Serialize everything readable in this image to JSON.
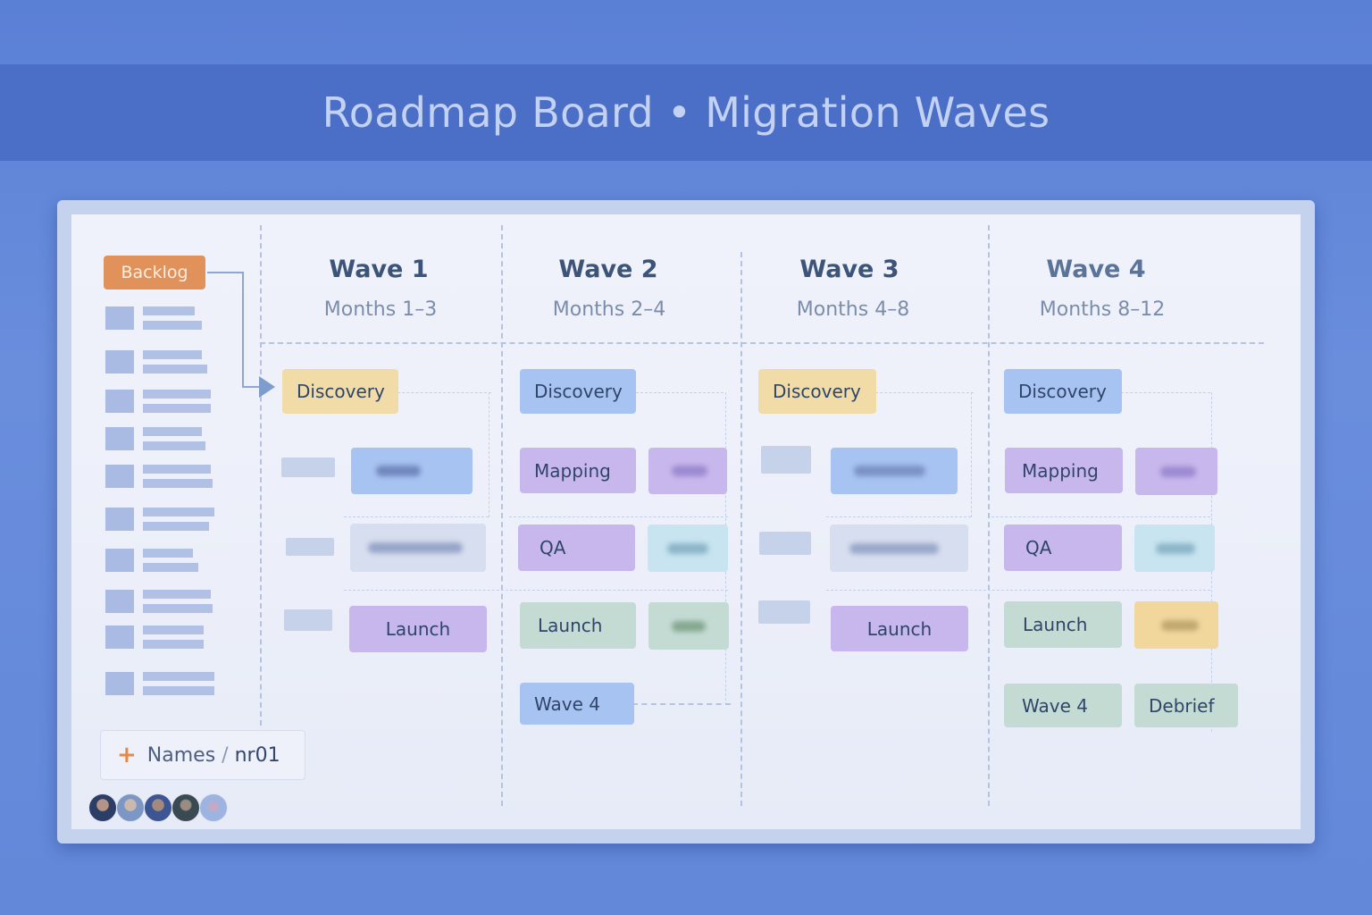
{
  "title": "Roadmap Board • Migration Waves",
  "backlog": {
    "label": "Backlog",
    "item_count": 10
  },
  "waves": [
    {
      "title": "Wave 1",
      "months": "Months 1–3",
      "cards": [
        {
          "label": "Discovery",
          "color": "#f1dca8"
        },
        {
          "label": "",
          "color": "#a7c3f1",
          "blurred": true
        },
        {
          "label": "",
          "color": "#d7deef",
          "blurred": true
        },
        {
          "label": "Launch",
          "color": "#c8b7ec"
        }
      ]
    },
    {
      "title": "Wave 2",
      "months": "Months 2–4",
      "cards": [
        {
          "label": "Discovery",
          "color": "#a7c3f1"
        },
        {
          "label": "Mapping",
          "color": "#c8b7ec"
        },
        {
          "label": "",
          "color": "#c8b7ec",
          "blurred": true
        },
        {
          "label": "QA",
          "color": "#c8b7ec"
        },
        {
          "label": "",
          "color": "#c7e4f0",
          "blurred": true
        },
        {
          "label": "Launch",
          "color": "#c4dbd4"
        },
        {
          "label": "",
          "color": "#c4dbd4",
          "blurred": true
        },
        {
          "label": "Wave 4",
          "color": "#a7c3f1"
        }
      ]
    },
    {
      "title": "Wave 3",
      "months": "Months 4–8",
      "cards": [
        {
          "label": "Discovery",
          "color": "#f1dca8"
        },
        {
          "label": "",
          "color": "#a7c3f1",
          "blurred": true
        },
        {
          "label": "",
          "color": "#d7deef",
          "blurred": true
        },
        {
          "label": "Launch",
          "color": "#c8b7ec"
        }
      ]
    },
    {
      "title": "Wave 4",
      "months": "Months 8–12",
      "cards": [
        {
          "label": "Discovery",
          "color": "#a7c3f1"
        },
        {
          "label": "Mapping",
          "color": "#c8b7ec"
        },
        {
          "label": "",
          "color": "#c8b7ec",
          "blurred": true
        },
        {
          "label": "QA",
          "color": "#c8b7ec"
        },
        {
          "label": "",
          "color": "#c7e4f0",
          "blurred": true
        },
        {
          "label": "Launch",
          "color": "#c4dbd4"
        },
        {
          "label": "",
          "color": "#f2d79d",
          "blurred": true
        },
        {
          "label": "Wave 4",
          "color": "#c4dbd4"
        },
        {
          "label": "Debrief",
          "color": "#c4dbd4"
        }
      ]
    }
  ],
  "footer": {
    "add_icon": "plus-icon",
    "names_label": "Names",
    "separator": "/",
    "names_id": "nr01",
    "avatar_count": 5
  },
  "colors": {
    "background": "#5a80d6",
    "title_bar": "#4b6fc7",
    "backlog": "#e0925a",
    "heading": "#3b5478"
  }
}
